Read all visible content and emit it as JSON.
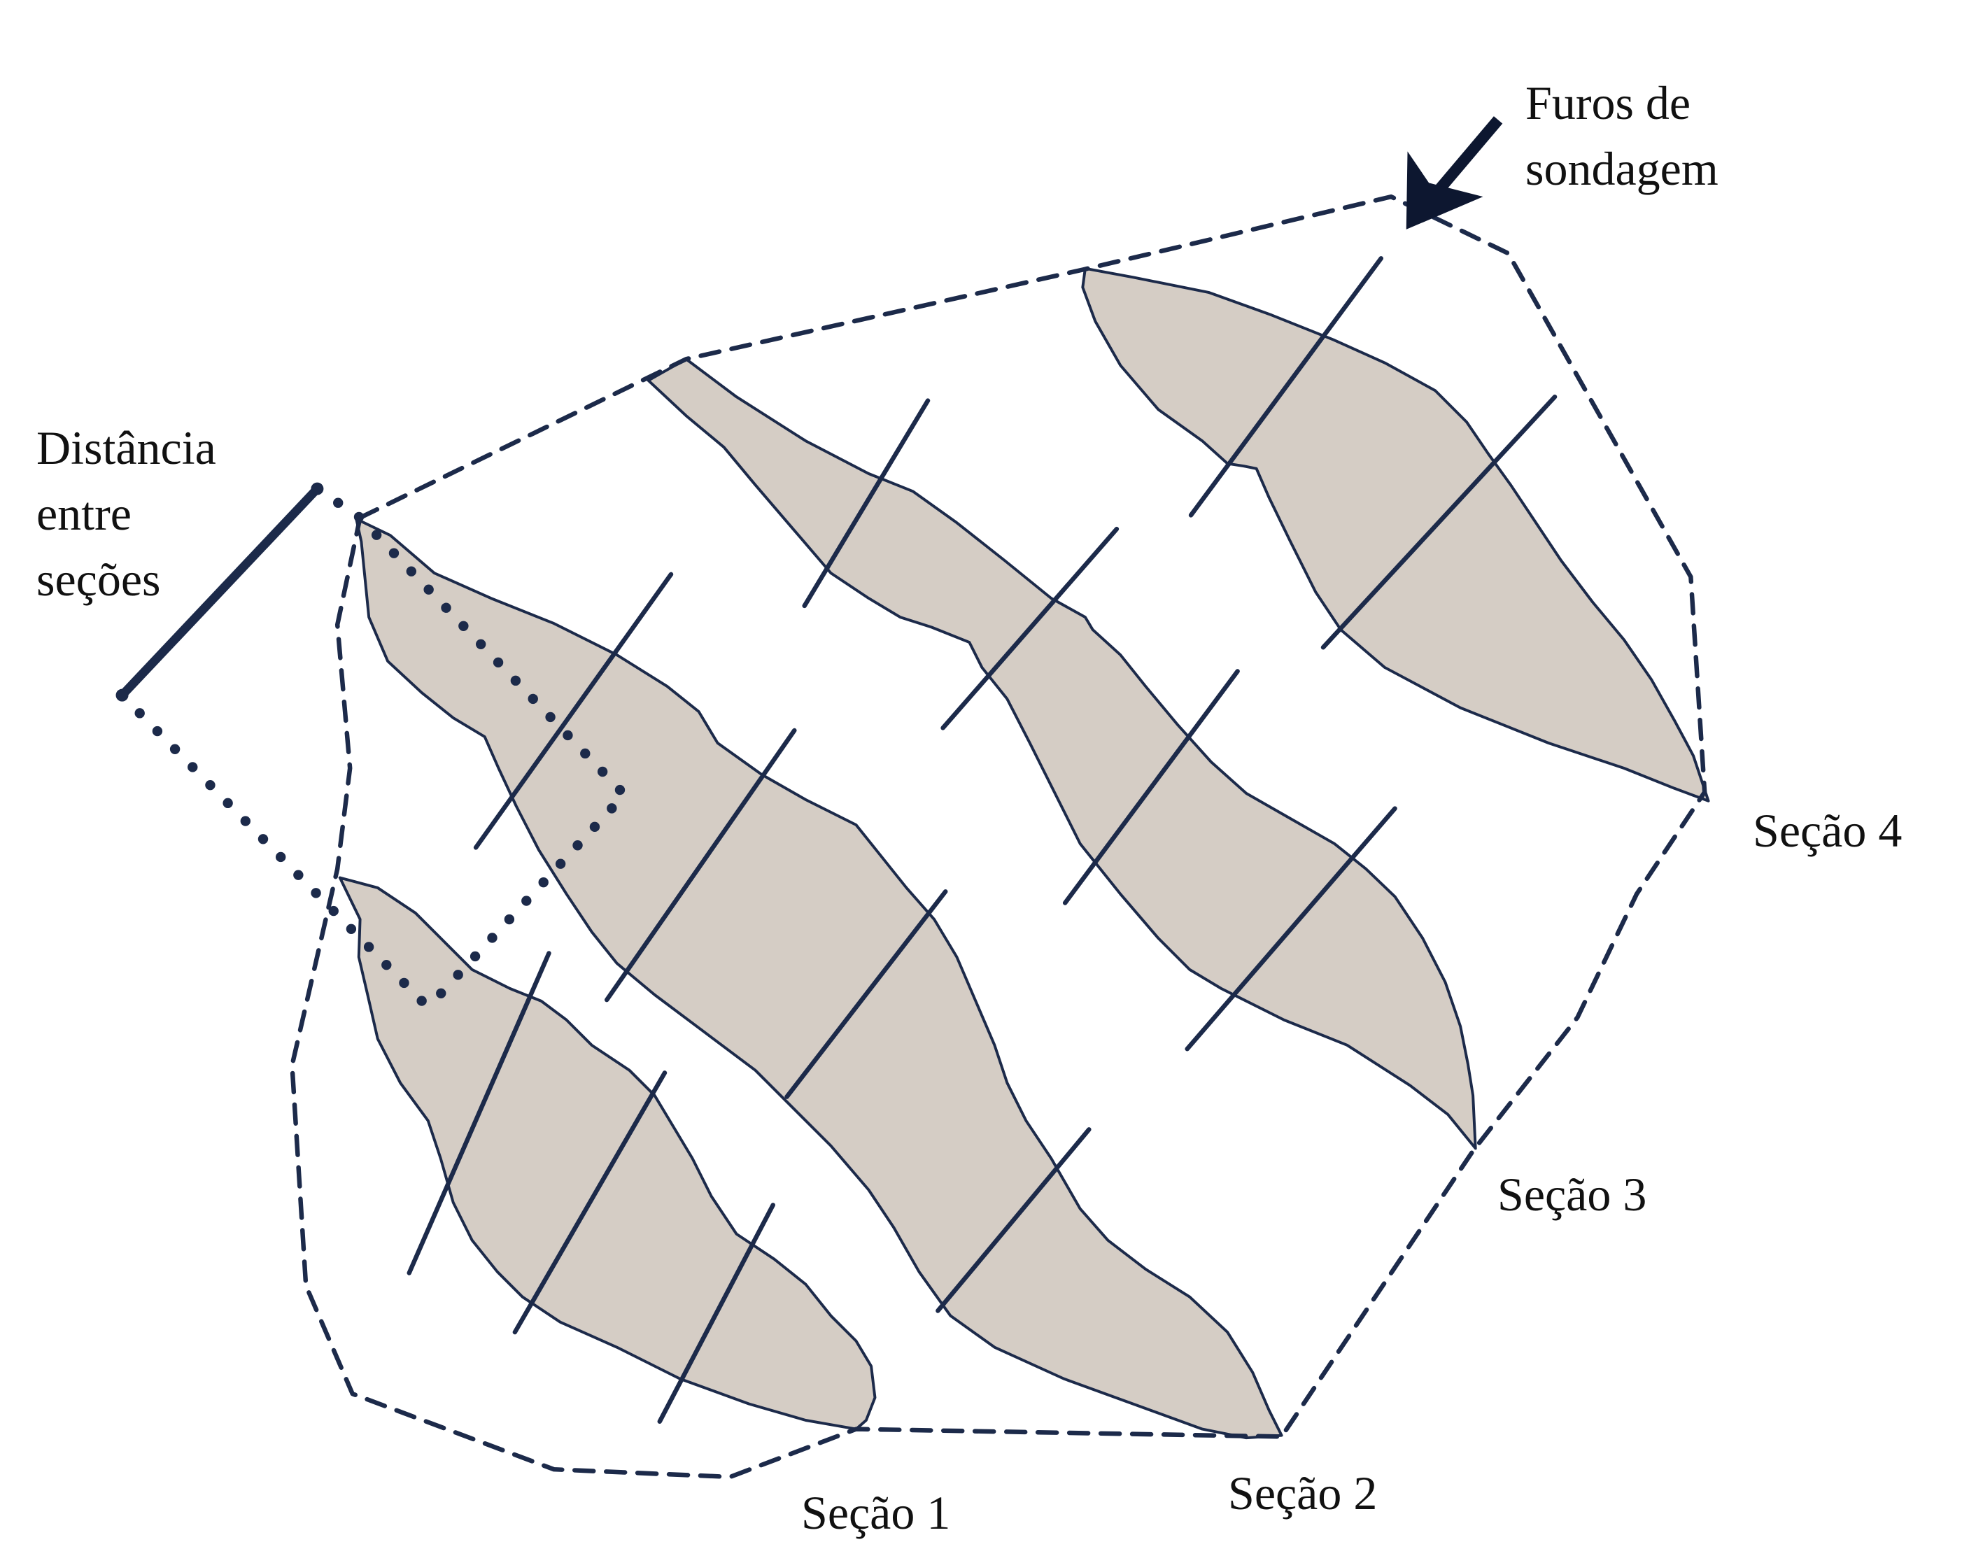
{
  "labels": {
    "section_1": "Seção 1",
    "section_2": "Seção 2",
    "section_3": "Seção 3",
    "section_4": "Seção 4",
    "drill_holes_line1": "Furos de",
    "drill_holes_line2": "sondagem",
    "spacing_line1": "Distância",
    "spacing_line2": "entre",
    "spacing_line3": "seções"
  },
  "colors": {
    "orebody_fill": "#d5cdc5",
    "line": "#1c2a4a",
    "arrow": "#0d1730"
  },
  "icons": {
    "pointer": "arrow-down-left-icon"
  }
}
